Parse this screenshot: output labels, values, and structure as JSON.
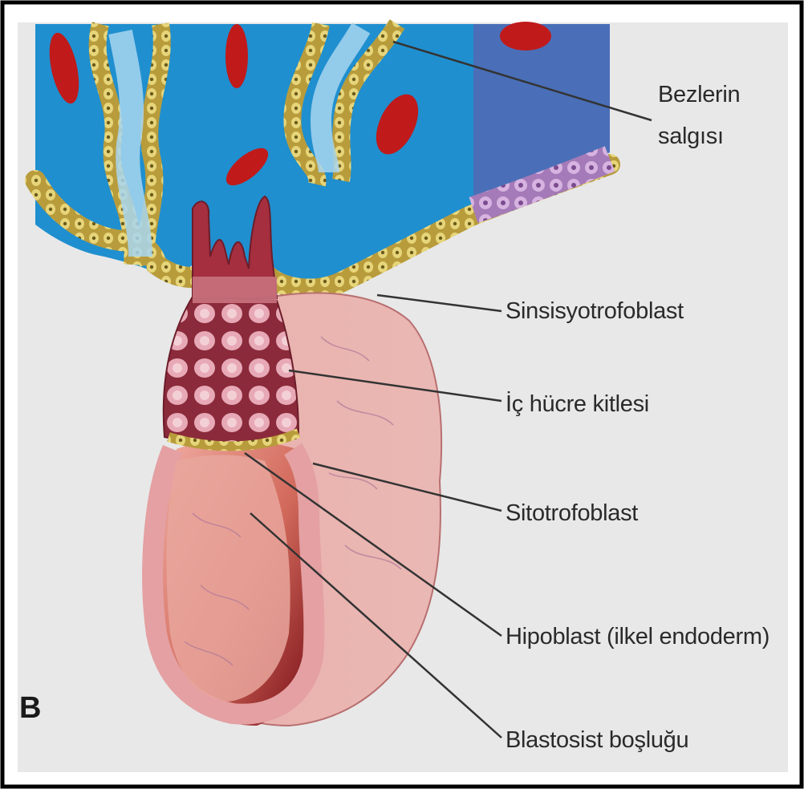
{
  "figure": {
    "panel_letter": "B",
    "labels": {
      "gland_secretion_line1": "Bezlerin",
      "gland_secretion_line2": "salgısı",
      "syncytiotrophoblast": "Sinsisyotrofoblast",
      "inner_cell_mass": "İç hücre kitlesi",
      "cytotrophoblast": "Sitotrofoblast",
      "hypoblast": "Hipoblast (ilkel endoderm)",
      "blastocyst_cavity": "Blastosist boşluğu"
    }
  },
  "colors": {
    "stroma": "#1f8fcf",
    "stroma_right": "#4a6fb8",
    "epithelium_cells": "#c9b24a",
    "gland_lumen": "#a8d6ef",
    "blood_vessels": "#c01a1a",
    "trophoblast": "#d98b8b",
    "blastocyst_shell": "#e7a9a5",
    "cavity_dark": "#8e1d1d",
    "background": "#e8e8e8",
    "border": "#000000"
  }
}
